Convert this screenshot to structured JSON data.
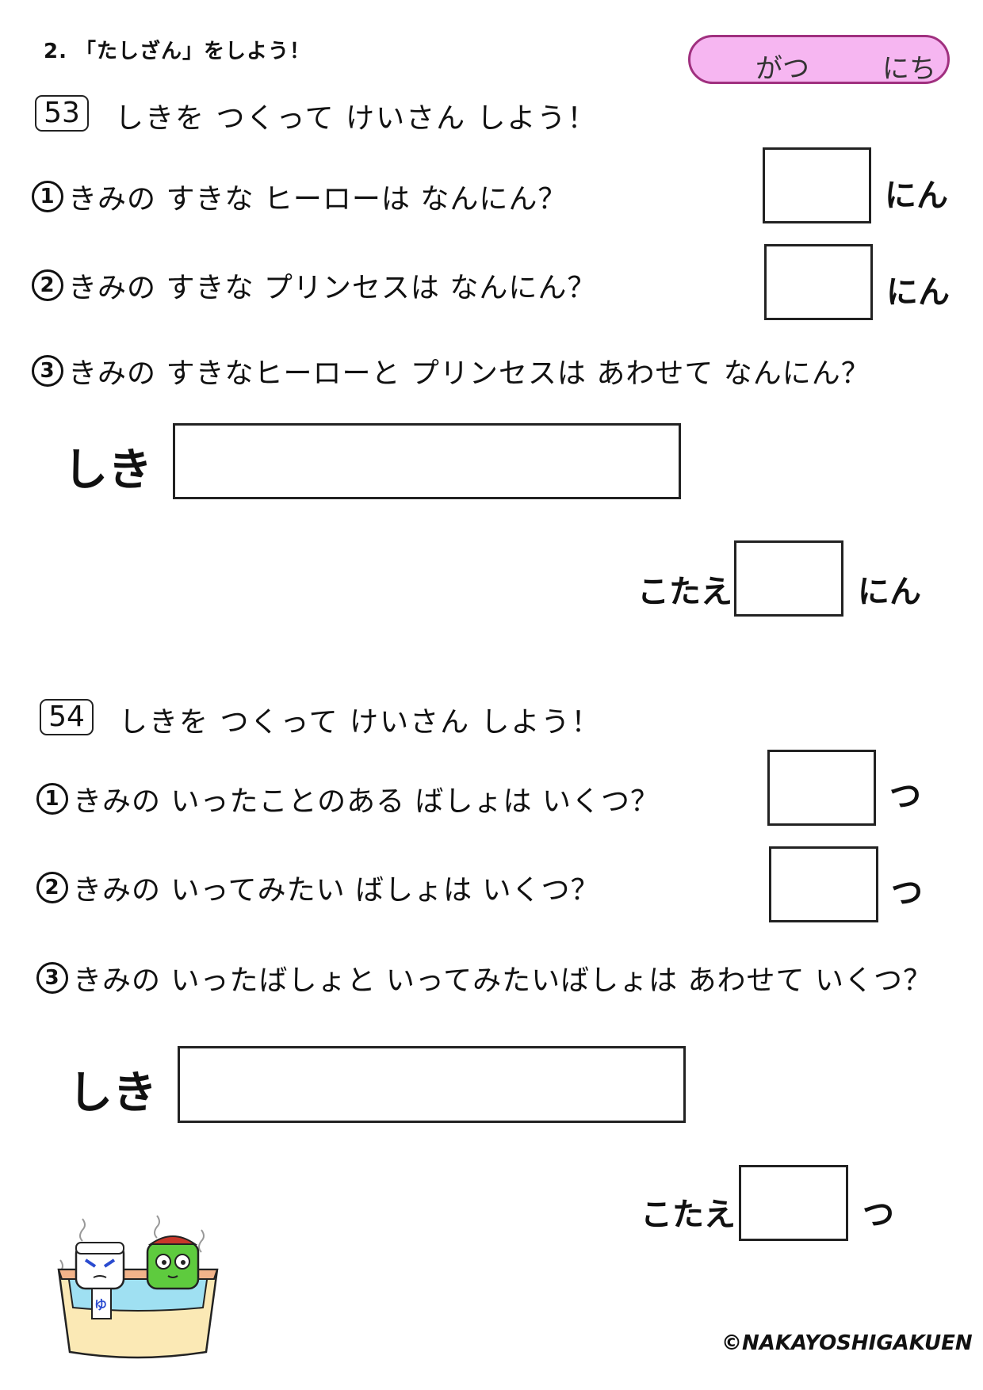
{
  "header": {
    "title": "2. 「たしざん」をしよう！",
    "month_label": "がつ",
    "day_label": "にち"
  },
  "problems": [
    {
      "number": "53",
      "instruction": "しきを つくって けいさん しよう！",
      "questions": [
        {
          "num": "1",
          "text": "きみの すきな ヒーローは なんにん？",
          "unit": "にん"
        },
        {
          "num": "2",
          "text": "きみの すきな プリンセスは なんにん？",
          "unit": "にん"
        },
        {
          "num": "3",
          "text": "きみの すきなヒーローと プリンセスは あわせて なんにん？"
        }
      ],
      "shiki_label": "しき",
      "kotae_label": "こたえ",
      "answer_unit": "にん"
    },
    {
      "number": "54",
      "instruction": "しきを つくって けいさん しよう！",
      "questions": [
        {
          "num": "1",
          "text": "きみの いったことのある ばしょは いくつ？",
          "unit": "つ"
        },
        {
          "num": "2",
          "text": "きみの いってみたい ばしょは いくつ？",
          "unit": "つ"
        },
        {
          "num": "3",
          "text": "きみの いったばしょと いってみたいばしょは あわせて いくつ？"
        }
      ],
      "shiki_label": "しき",
      "kotae_label": "こたえ",
      "answer_unit": "つ"
    }
  ],
  "illustration": {
    "towel_text": "ゆ"
  },
  "footer": {
    "copyright": "©NAKAYOSHIGAKUEN"
  }
}
